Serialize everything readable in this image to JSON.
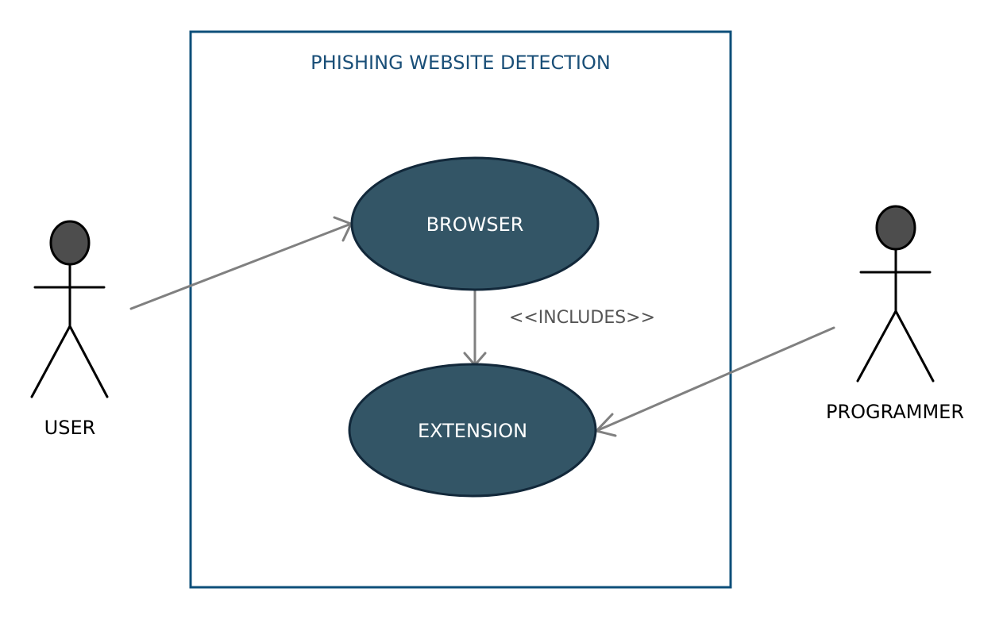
{
  "system": {
    "title": "PHISHING WEBSITE DETECTION"
  },
  "use_cases": {
    "browser": "BROWSER",
    "extension": "EXTENSION"
  },
  "actors": {
    "user": "USER",
    "programmer": "PROGRAMMER"
  },
  "relations": {
    "includes_label": "<<INCLUDES>>"
  },
  "colors": {
    "system_border": "#0d4f7a",
    "system_title": "#1a4f78",
    "use_case_fill": "#335566",
    "use_case_stroke": "#12283a",
    "connector": "#808080",
    "actor_head": "#4d4d4d",
    "includes_text": "#555555"
  }
}
